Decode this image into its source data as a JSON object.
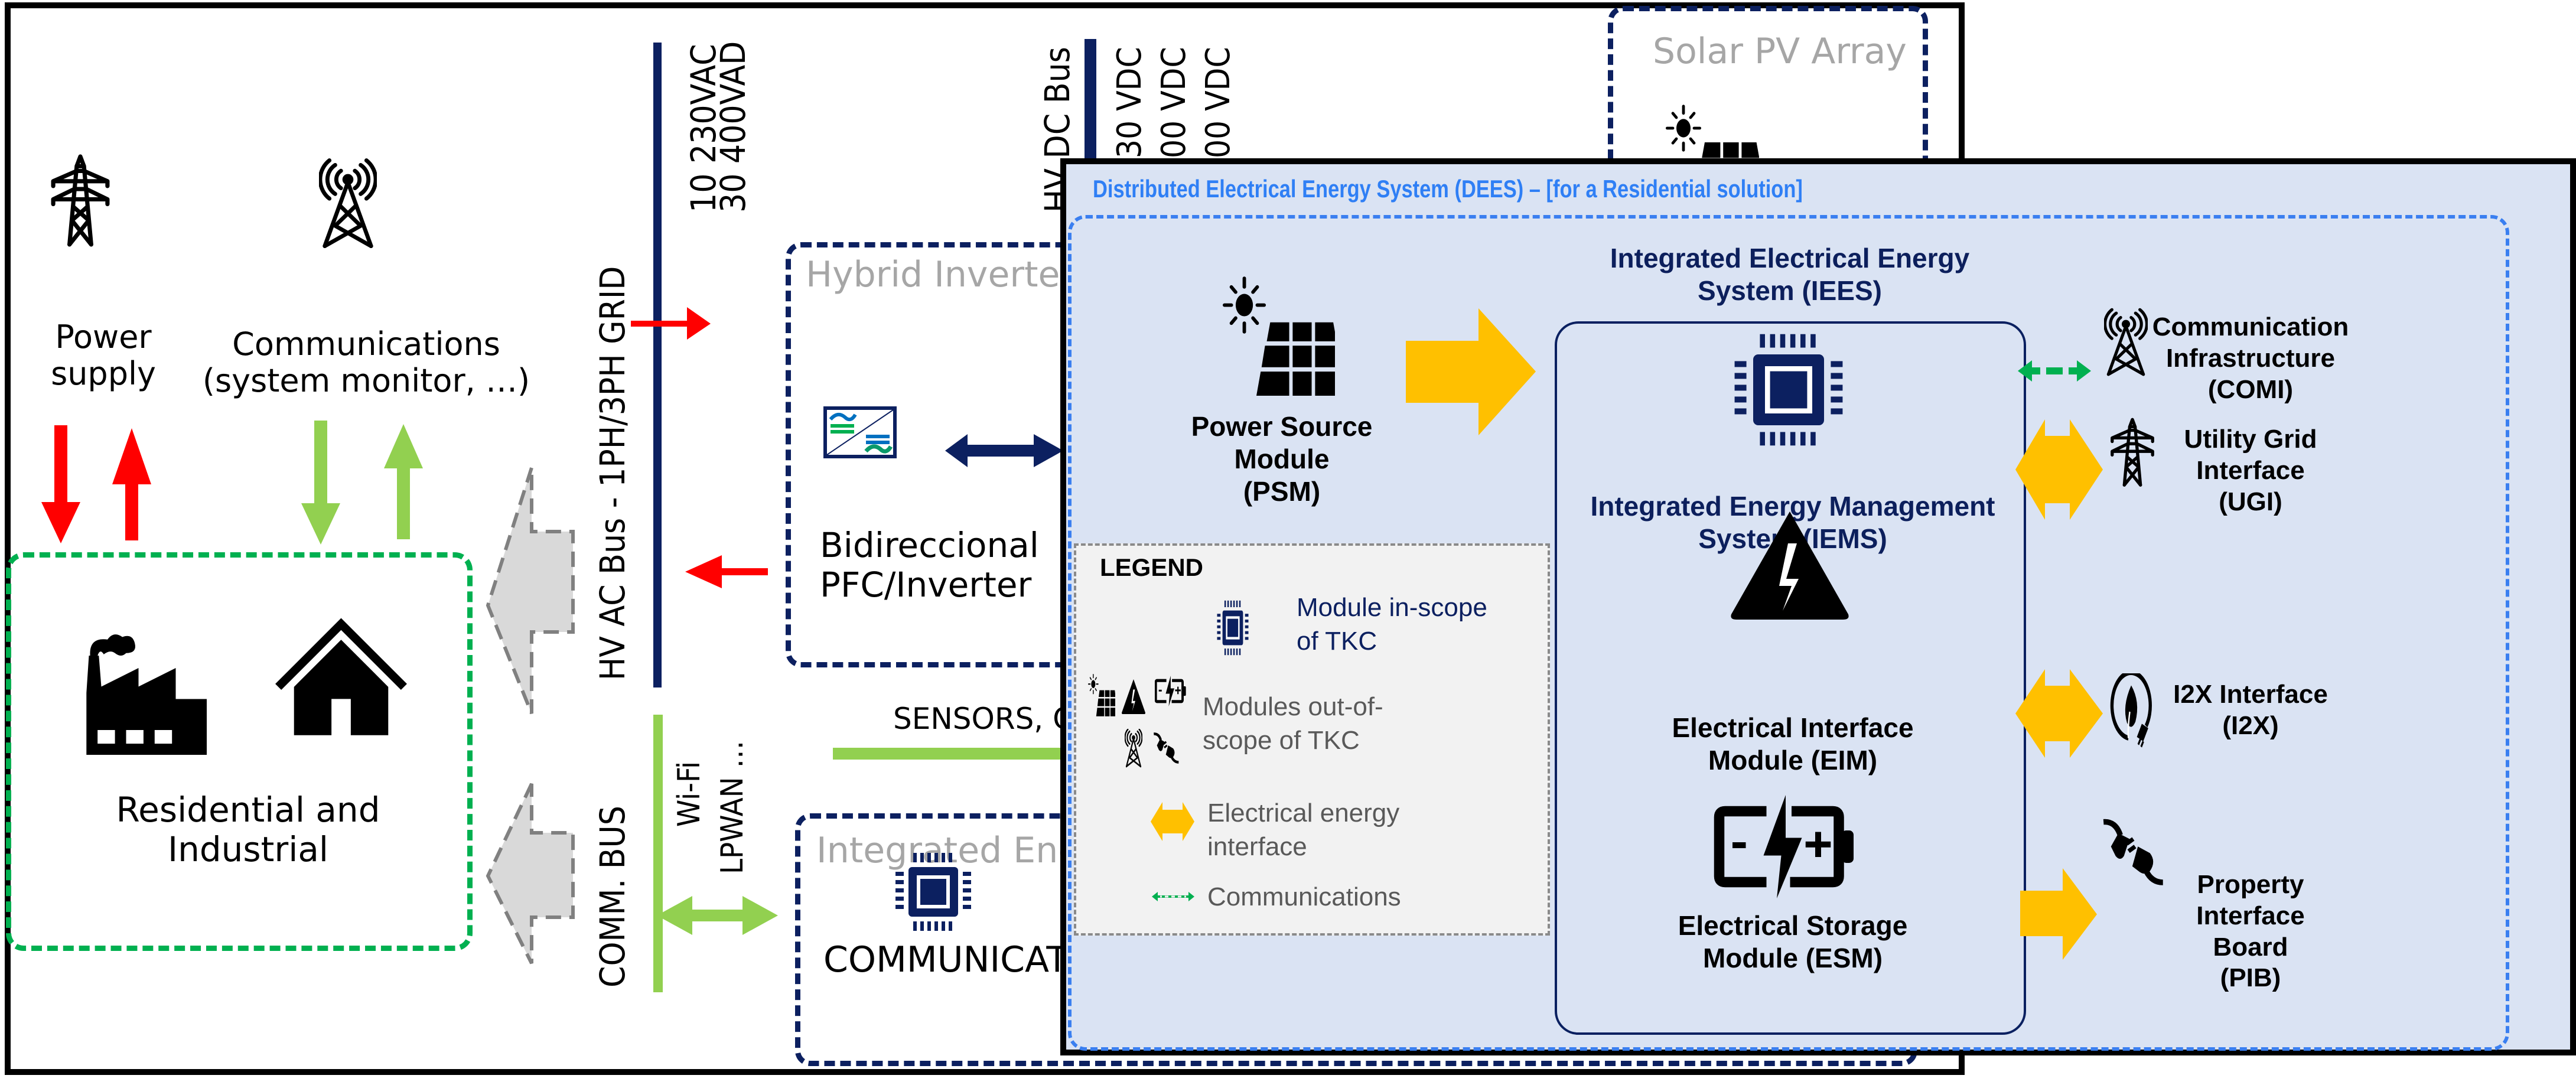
{
  "colors": {
    "navy": "#0c2060",
    "red": "#ff0000",
    "light_green": "#92d050",
    "green": "#00b050",
    "gold": "#ffc000",
    "dees_blue": "#2f7ff5",
    "panel_bg": "#dae3f3",
    "legend_bg": "#f2f2f2",
    "gray_text": "#a6a6a6"
  },
  "background_diagram": {
    "power_supply": {
      "label_line1": "Power",
      "label_line2": "supply",
      "icon": "power-tower-icon"
    },
    "communications": {
      "label_line1": "Communications",
      "label_line2": "(system monitor, …)",
      "icon": "antenna-tower-icon"
    },
    "residential": {
      "label_line1": "Residential and",
      "label_line2": "Industrial",
      "icons": [
        "factory-icon",
        "house-icon"
      ]
    },
    "ac_bus": {
      "label": "HV AC Bus - 1PH/3PH GRID",
      "voltage_1": "10 230VAC",
      "voltage_2": "30 400VAD"
    },
    "comm_bus": {
      "label": "COMM. BUS",
      "proto_1": "Wi-Fi",
      "proto_2": "LPWAN …"
    },
    "dc_bus": {
      "label": "HV DC Bus",
      "voltage_1": "30 VDC",
      "voltage_2": "00 VDC",
      "voltage_3": "00 VDC"
    },
    "hybrid_inverter": {
      "title": "Hybrid Inverter",
      "label_line1": "Bidireccional",
      "label_line2": "PFC/Inverter",
      "icon": "ac-dc-converter-icon"
    },
    "sensors": {
      "label": "SENSORS, C"
    },
    "integrated_energy": {
      "title": "Integrated Ene",
      "label": "COMMUNICATI",
      "icon": "chip-icon"
    },
    "solar_array": {
      "title": "Solar PV Array",
      "icon": "solar-panel-icon"
    }
  },
  "dees": {
    "title": "Distributed Electrical Energy System (DEES) – [for a Residential solution]",
    "iees_title_line1": "Integrated Electrical Energy",
    "iees_title_line2": "System (IEES)",
    "psm": {
      "line1": "Power Source",
      "line2": "Module",
      "line3": "(PSM)",
      "icon": "solar-panel-icon"
    },
    "iems": {
      "line1": "Integrated Energy Management",
      "line2": "System (IEMS)",
      "icon": "chip-icon"
    },
    "eim": {
      "line1": "Electrical Interface",
      "line2": "Module (EIM)",
      "icon": "high-voltage-icon"
    },
    "esm": {
      "line1": "Electrical Storage",
      "line2": "Module (ESM)",
      "icon": "battery-charging-icon"
    },
    "comi": {
      "line1": "Communication",
      "line2": "Infrastructure",
      "line3": "(COMI)",
      "icon": "antenna-tower-icon"
    },
    "ugi": {
      "line1": "Utility Grid",
      "line2": "Interface",
      "line3": "(UGI)",
      "icon": "power-tower-icon"
    },
    "i2x": {
      "line1": "I2X Interface",
      "line2": "(I2X)",
      "icon": "eco-plug-icon"
    },
    "pib": {
      "line1": "Property",
      "line2": "Interface Board",
      "line3": "(PIB)",
      "icon": "plug-icon"
    },
    "legend": {
      "title": "LEGEND",
      "in_scope_1": "Module in-scope",
      "in_scope_2": "of TKC",
      "out_scope_1": "Modules out-of-",
      "out_scope_2": "scope of TKC",
      "energy_1": "Electrical energy",
      "energy_2": "interface",
      "comms": "Communications"
    }
  }
}
